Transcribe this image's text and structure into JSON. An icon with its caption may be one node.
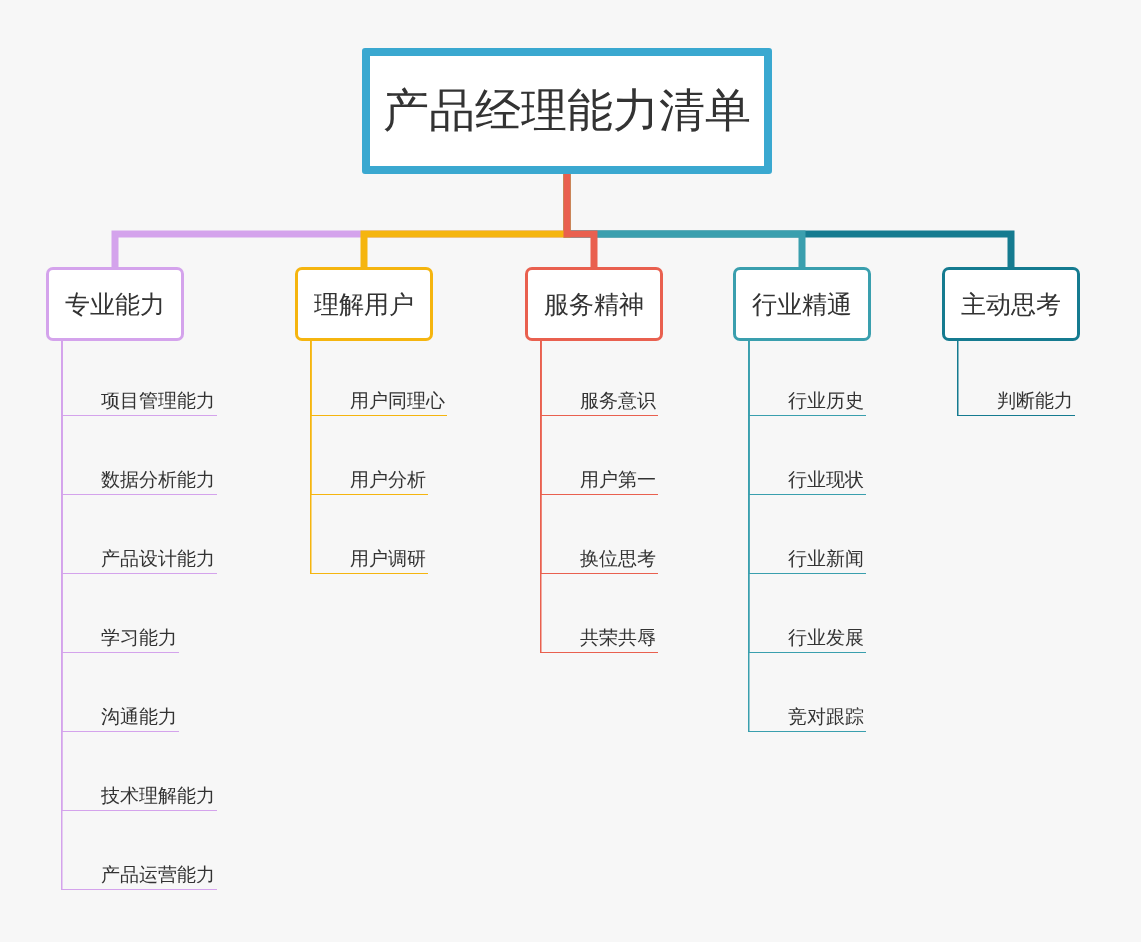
{
  "diagram": {
    "nodes": [
      {
        "text": [
          "产品经理能力清单"
        ]
      },
      {
        "text": [
          "专业能力"
        ]
      },
      {
        "text": [
          "理解用户"
        ]
      },
      {
        "text": [
          "服务精神"
        ]
      },
      {
        "text": [
          "行业精通"
        ]
      },
      {
        "text": [
          "主动思考"
        ]
      },
      {
        "text": [
          "项目管理能力"
        ]
      },
      {
        "text": [
          "数据分析能力"
        ]
      },
      {
        "text": [
          "产品设计能力"
        ]
      },
      {
        "text": [
          "学习能力"
        ]
      },
      {
        "text": [
          "沟通能力"
        ]
      },
      {
        "text": [
          "技术理解能力"
        ]
      },
      {
        "text": [
          "产品运营能力"
        ]
      },
      {
        "text": [
          "用户同理心"
        ]
      },
      {
        "text": [
          "用户分析"
        ]
      },
      {
        "text": [
          "用户调研"
        ]
      },
      {
        "text": [
          "服务意识"
        ]
      },
      {
        "text": [
          "用户第一"
        ]
      },
      {
        "text": [
          "换位思考"
        ]
      },
      {
        "text": [
          "共荣共辱"
        ]
      },
      {
        "text": [
          "行业历史"
        ]
      },
      {
        "text": [
          "行业现状"
        ]
      },
      {
        "text": [
          "行业新闻"
        ]
      },
      {
        "text": [
          "行业发展"
        ]
      },
      {
        "text": [
          "竞对跟踪"
        ]
      },
      {
        "text": [
          "判断能力"
        ]
      }
    ],
    "edges": [
      {
        "from": 0,
        "to": 1,
        "arrow": "none",
        "style": "thick",
        "color": "#d4a3ec"
      },
      {
        "from": 0,
        "to": 2,
        "arrow": "none",
        "style": "thick",
        "color": "#f5b50f"
      },
      {
        "from": 0,
        "to": 3,
        "arrow": "none",
        "style": "thick",
        "color": "#e9604f"
      },
      {
        "from": 0,
        "to": 4,
        "arrow": "none",
        "style": "thick",
        "color": "#3a9fae"
      },
      {
        "from": 0,
        "to": 5,
        "arrow": "none",
        "style": "thick",
        "color": "#157b90"
      },
      {
        "from": 1,
        "to": 6,
        "arrow": "none",
        "color": "#d4a3ec"
      },
      {
        "from": 1,
        "to": 7,
        "arrow": "none",
        "color": "#d4a3ec"
      },
      {
        "from": 1,
        "to": 8,
        "arrow": "none",
        "color": "#d4a3ec"
      },
      {
        "from": 1,
        "to": 9,
        "arrow": "none",
        "color": "#d4a3ec"
      },
      {
        "from": 1,
        "to": 10,
        "arrow": "none",
        "color": "#d4a3ec"
      },
      {
        "from": 1,
        "to": 11,
        "arrow": "none",
        "color": "#d4a3ec"
      },
      {
        "from": 1,
        "to": 12,
        "arrow": "none",
        "color": "#d4a3ec"
      },
      {
        "from": 2,
        "to": 13,
        "arrow": "none",
        "color": "#f5b50f"
      },
      {
        "from": 2,
        "to": 14,
        "arrow": "none",
        "color": "#f5b50f"
      },
      {
        "from": 2,
        "to": 15,
        "arrow": "none",
        "color": "#f5b50f"
      },
      {
        "from": 3,
        "to": 16,
        "arrow": "none",
        "color": "#e9604f"
      },
      {
        "from": 3,
        "to": 17,
        "arrow": "none",
        "color": "#e9604f"
      },
      {
        "from": 3,
        "to": 18,
        "arrow": "none",
        "color": "#e9604f"
      },
      {
        "from": 3,
        "to": 19,
        "arrow": "none",
        "color": "#e9604f"
      },
      {
        "from": 4,
        "to": 20,
        "arrow": "none",
        "color": "#3a9fae"
      },
      {
        "from": 4,
        "to": 21,
        "arrow": "none",
        "color": "#3a9fae"
      },
      {
        "from": 4,
        "to": 22,
        "arrow": "none",
        "color": "#3a9fae"
      },
      {
        "from": 4,
        "to": 23,
        "arrow": "none",
        "color": "#3a9fae"
      },
      {
        "from": 4,
        "to": 24,
        "arrow": "none",
        "color": "#3a9fae"
      },
      {
        "from": 5,
        "to": 25,
        "arrow": "none",
        "color": "#157b90"
      }
    ]
  }
}
